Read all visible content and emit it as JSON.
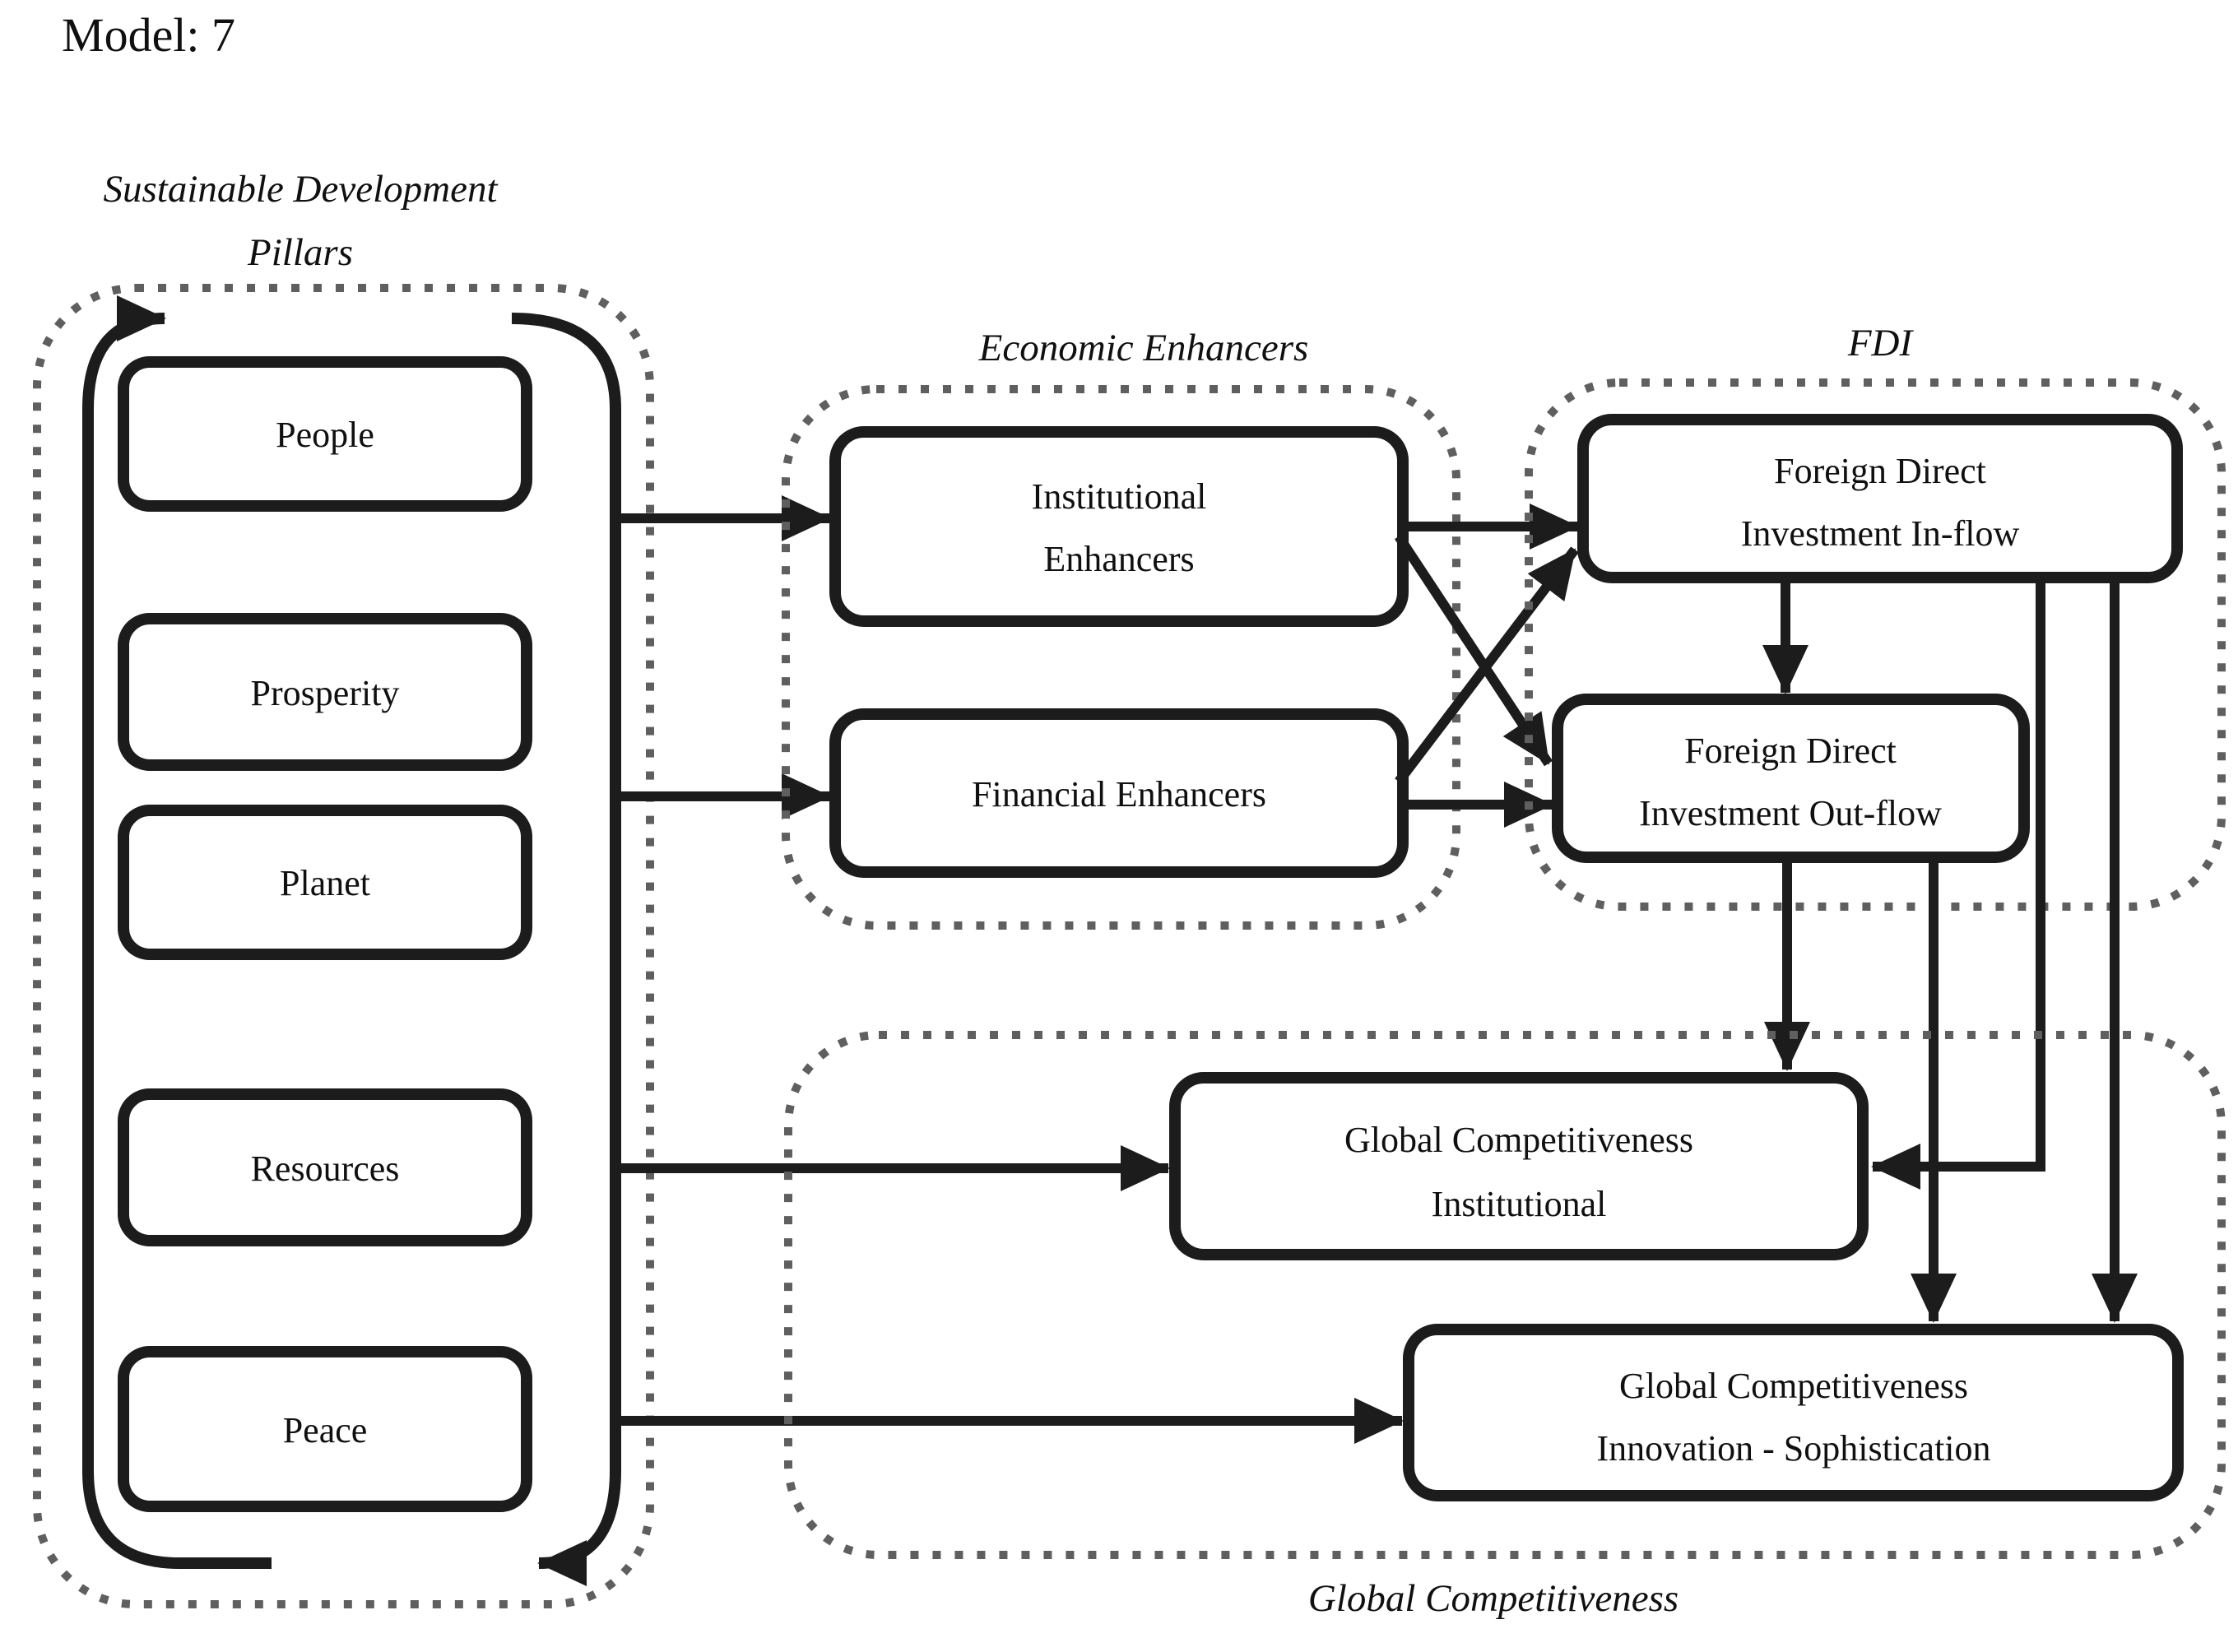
{
  "title": "Model: 7",
  "colors": {
    "line": "#1c1c1c",
    "dotted": "#5f5f5f",
    "background": "#ffffff",
    "text": "#101010"
  },
  "sdp": {
    "label_line1": "Sustainable Development",
    "label_line2": "Pillars",
    "pillars": [
      "People",
      "Prosperity",
      "Planet",
      "Resources",
      "Peace"
    ]
  },
  "economic": {
    "label": "Economic Enhancers",
    "institutional": {
      "line1": "Institutional",
      "line2": "Enhancers"
    },
    "financial": {
      "line1": "Financial Enhancers"
    }
  },
  "fdi": {
    "label": "FDI",
    "inflow": {
      "line1": "Foreign Direct",
      "line2": "Investment  In-flow"
    },
    "outflow": {
      "line1": "Foreign Direct",
      "line2": "Investment Out-flow"
    }
  },
  "gc": {
    "label": "Global Competitiveness",
    "institutional": {
      "line1": "Global Competitiveness",
      "line2": "Institutional"
    },
    "innovation": {
      "line1": "Global Competitiveness",
      "line2": "Innovation - Sophistication"
    }
  }
}
